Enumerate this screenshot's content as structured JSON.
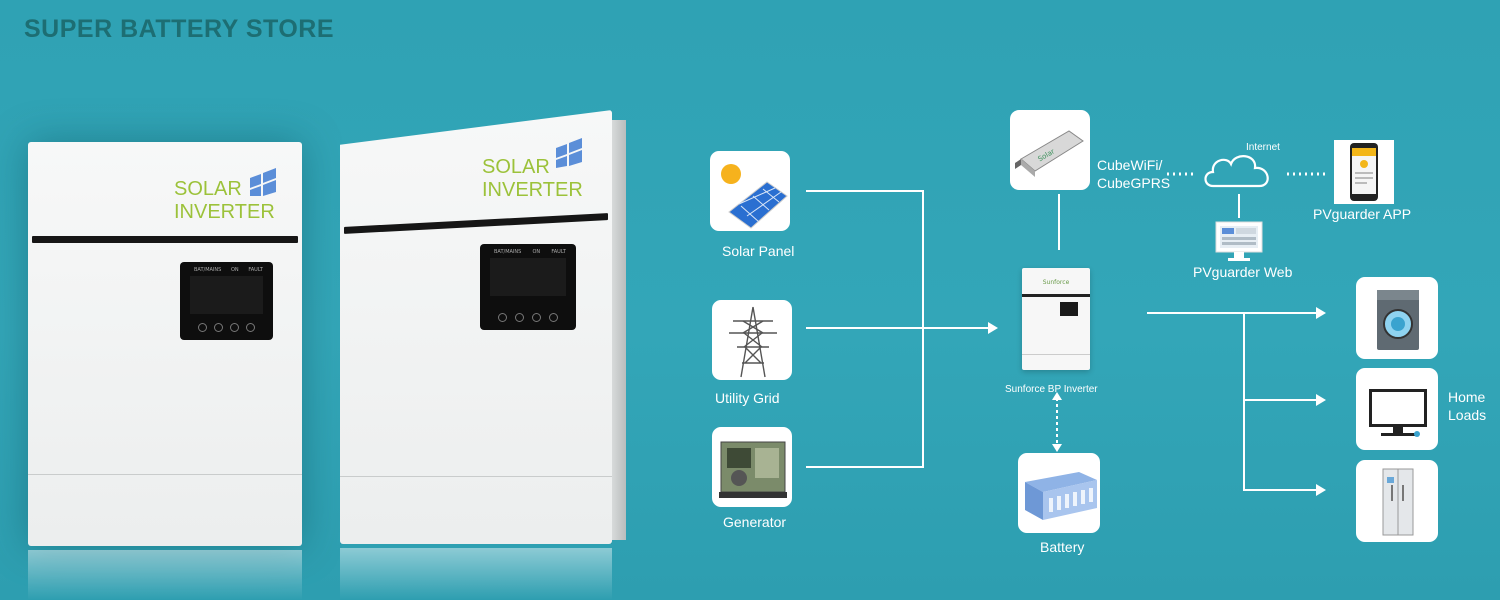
{
  "brand": "SUPER BATTERY STORE",
  "products": [
    {
      "logo_line1": "SOLAR",
      "logo_line2": "INVERTER",
      "lcd_labels": [
        "BAT/MAINS",
        "ON",
        "FAULT"
      ]
    },
    {
      "logo_line1": "SOLAR",
      "logo_line2": "INVERTER",
      "lcd_labels": [
        "BAT/MAINS",
        "ON",
        "FAULT"
      ]
    }
  ],
  "diagram": {
    "sources": {
      "solar": "Solar Panel",
      "grid": "Utility Grid",
      "generator": "Generator"
    },
    "inverter": "Sunforce BP Inverter",
    "inverter_brand": "Sunforce",
    "battery": "Battery",
    "cube": "CubeWiFi/\nCubeGPRS",
    "cube_line1": "CubeWiFi/",
    "cube_line2": "CubeGPRS",
    "internet": "Internet",
    "web": "PVguarder Web",
    "app": "PVguarder APP",
    "home_loads_line1": "Home",
    "home_loads_line2": "Loads",
    "line_color": "#ffffff",
    "brand_color": "#1d6e73",
    "logo_color": "#9cc23a",
    "icons": [
      "solar-panel-icon",
      "transmission-tower-icon",
      "generator-icon",
      "wifi-dongle-icon",
      "cloud-icon",
      "monitor-icon",
      "phone-app-icon",
      "washing-machine-icon",
      "television-icon",
      "refrigerator-icon",
      "battery-pack-icon",
      "inverter-icon"
    ]
  }
}
